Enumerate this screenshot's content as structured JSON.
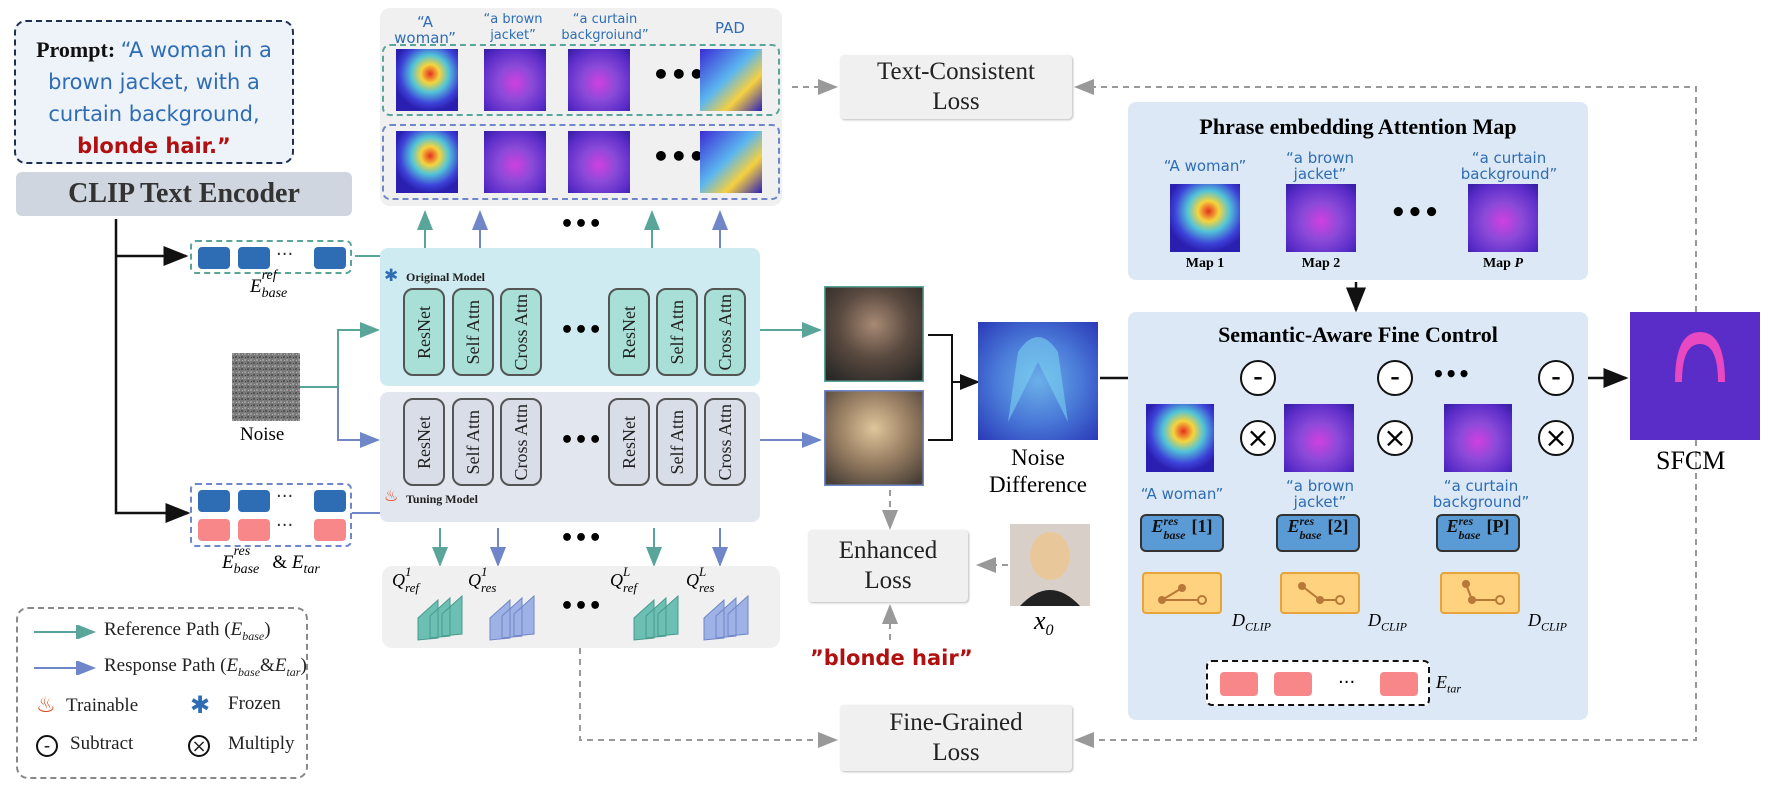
{
  "prompt": {
    "label": "Prompt",
    "line1": "“A woman in a",
    "line2": "brown jacket, with a",
    "line3": "curtain background,",
    "line4": "blonde hair.”"
  },
  "clip_encoder": "CLIP Text Encoder",
  "embeddings": {
    "ref_sym": "E",
    "ref_sup": "ref",
    "ref_sub": "base",
    "res_sym": "E",
    "res_sup": "res",
    "res_sub": "base",
    "amp": "&",
    "tar_sym": "E",
    "tar_sub": "tar",
    "dots": "···"
  },
  "noise_label": "Noise",
  "attention_top": {
    "labels": [
      "“A woman”",
      "“a brown jacket”",
      "“a curtain backgroiund”",
      "PAD"
    ],
    "dots": "•••"
  },
  "original_model": {
    "label": "Original Model",
    "layers": [
      "ResNet",
      "Self Attn",
      "Cross Attn",
      "ResNet",
      "Self Attn",
      "Cross Attn"
    ]
  },
  "tuning_model": {
    "label": "Tuning Model",
    "layers": [
      "ResNet",
      "Self Attn",
      "Cross Attn",
      "ResNet",
      "Self Attn",
      "Cross Attn"
    ]
  },
  "dots_mid": "•••",
  "queries": {
    "q_sym": "Q",
    "q1_ref_sup": "1",
    "q1_ref_sub": "ref",
    "q1_res_sup": "1",
    "q1_res_sub": "res",
    "qL_ref_sup": "L",
    "qL_ref_sub": "ref",
    "qL_res_sup": "L",
    "qL_res_sub": "res"
  },
  "text_consistent_loss": [
    "Text-Consistent",
    "Loss"
  ],
  "enhanced_loss": [
    "Enhanced",
    "Loss"
  ],
  "fine_grained_loss": [
    "Fine-Grained",
    "Loss"
  ],
  "blonde_hair": "”blonde hair”",
  "x0": {
    "sym": "x",
    "sub": "0"
  },
  "noise_difference": [
    "Noise",
    "Difference"
  ],
  "phrase_map": {
    "title": "Phrase embedding Attention Map",
    "phrases": [
      "“A woman”",
      "“a brown jacket”",
      "“a curtain background”"
    ],
    "maps": [
      "Map 1",
      "Map 2",
      "Map "
    ],
    "map_p": "P"
  },
  "sfc": {
    "title": "Semantic-Aware Fine Control",
    "phrases": [
      "“A woman”",
      "“a brown jacket”",
      "“a curtain background”"
    ],
    "e_sym": "E",
    "e_sup": "res",
    "e_sub": "base",
    "indices": [
      "[1]",
      "[2]",
      "[P]"
    ],
    "dclip_sym": "D",
    "dclip_sub": "CLIP",
    "minus": "-",
    "times": "×"
  },
  "sfcm": "SFCM",
  "legend": {
    "ref_path": "Reference Path",
    "ref_formula": "E",
    "ref_sub": "base",
    "res_path": "Response Path",
    "res_formula_a": "E",
    "res_sub_a": "base",
    "res_amp": "&",
    "res_formula_b": "E",
    "res_sub_b": "tar",
    "trainable": "Trainable",
    "frozen": "Frozen",
    "subtract": "Subtract",
    "multiply": "Multiply"
  },
  "colors": {
    "teal": "#5aa59a",
    "blue_path": "#6f86c8",
    "embed_blue": "#2e6db4",
    "embed_red": "#f8878a",
    "orange": "#ffd27f",
    "panel_blue": "#dce8f5",
    "loss_red": "#b01010"
  }
}
